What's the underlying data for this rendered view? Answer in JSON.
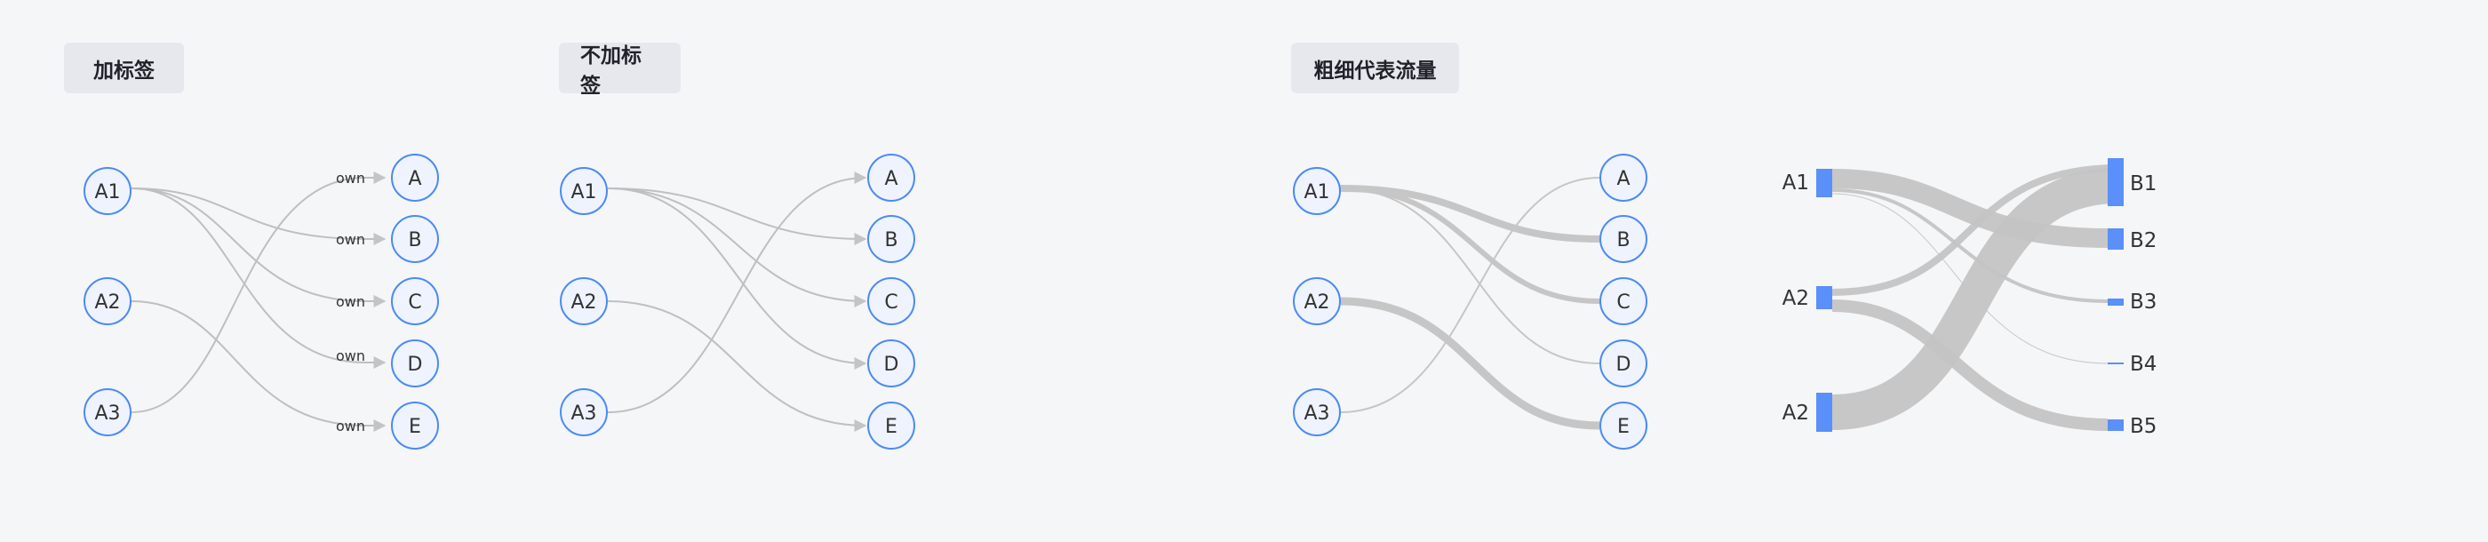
{
  "panels": [
    {
      "tag": "加标签",
      "sources": [
        "A1",
        "A2",
        "A3"
      ],
      "targets": [
        "A",
        "B",
        "C",
        "D",
        "E"
      ],
      "edge_label": "own"
    },
    {
      "tag": "不加标签",
      "sources": [
        "A1",
        "A2",
        "A3"
      ],
      "targets": [
        "A",
        "B",
        "C",
        "D",
        "E"
      ]
    },
    {
      "tag": "粗细代表流量",
      "sources": [
        "A1",
        "A2",
        "A3"
      ],
      "targets": [
        "A",
        "B",
        "C",
        "D",
        "E"
      ]
    }
  ],
  "sankey": {
    "sources": [
      "A1",
      "A2",
      "A2"
    ],
    "targets": [
      "B1",
      "B2",
      "B3",
      "B4",
      "B5"
    ]
  },
  "colors": {
    "node_stroke": "#4a8af4",
    "node_fill": "#eef3fd",
    "edge": "#bfbfbf",
    "bar": "#5b8ff9",
    "tag_bg": "#e6e8ed"
  }
}
